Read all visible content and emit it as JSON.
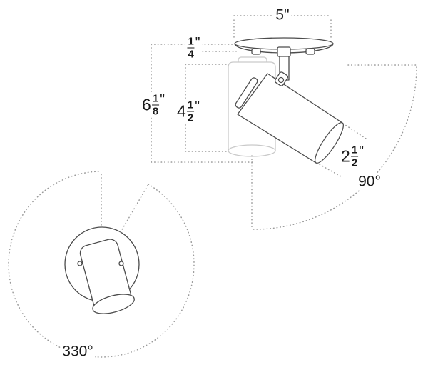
{
  "diagram": {
    "type": "product-dimension-diagram",
    "subject": "adjustable ceiling spotlight with round monopoint canopy",
    "views": {
      "side_view": "side elevation showing tilted head, vertical ghost position and tilt arc",
      "bottom_view": "bottom view of canopy showing rotation arc"
    },
    "dimensions": {
      "canopy_diameter": {
        "value": "5",
        "unit": "\""
      },
      "canopy_thickness": {
        "numerator": "1",
        "denominator": "4",
        "unit": "\""
      },
      "overall_drop": {
        "whole": "6",
        "numerator": "1",
        "denominator": "8",
        "unit": "\""
      },
      "head_length": {
        "whole": "4",
        "numerator": "1",
        "denominator": "2",
        "unit": "\""
      },
      "head_diameter": {
        "whole": "2",
        "numerator": "1",
        "denominator": "2",
        "unit": "\""
      },
      "tilt_range": {
        "value": "90",
        "unit": "°"
      },
      "rotation_range": {
        "value": "330",
        "unit": "°"
      }
    },
    "colors": {
      "background": "#ffffff",
      "outline": "#4c4c4c",
      "ghost": "#c9c9c9",
      "dotted_line": "#9a9a9a",
      "text": "#1a1a1a"
    }
  }
}
